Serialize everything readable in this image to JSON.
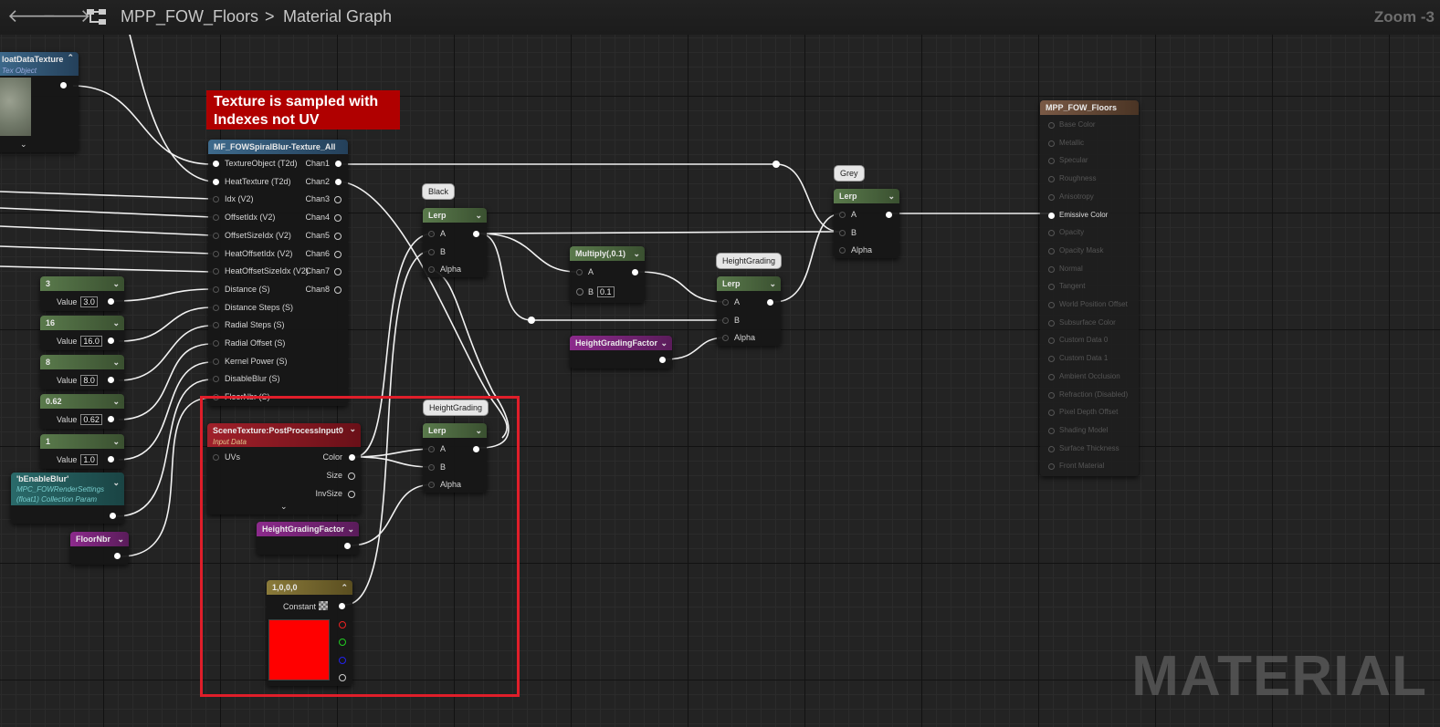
{
  "toolbar": {
    "back_glyph": "🡐",
    "forward_glyph": "🡒",
    "breadcrumb_root": "MPP_FOW_Floors",
    "breadcrumb_sep": ">",
    "breadcrumb_leaf": "Material Graph",
    "zoom": "Zoom -3"
  },
  "watermark": "MATERIAL",
  "comment_text": "Texture is sampled with Indexes not UV",
  "nodes": {
    "float_tex": {
      "title": "loatDataTexture",
      "subtitle": "Tex Object"
    },
    "spiral": {
      "title": "MF_FOWSpiralBlur-Texture_All",
      "inputs": [
        "TextureObject (T2d)",
        "HeatTexture (T2d)",
        "Idx (V2)",
        "OffsetIdx (V2)",
        "OffsetSizeIdx (V2)",
        "HeatOffsetIdx (V2)",
        "HeatOffsetSizeIdx (V2)",
        "Distance (S)",
        "Distance Steps (S)",
        "Radial Steps (S)",
        "Radial Offset (S)",
        "Kernel Power (S)",
        "DisableBlur (S)",
        "FloorNbr (S)"
      ],
      "outputs": [
        "Chan1",
        "Chan2",
        "Chan3",
        "Chan4",
        "Chan5",
        "Chan6",
        "Chan7",
        "Chan8"
      ]
    },
    "constants": [
      {
        "title": "3",
        "label": "Value",
        "value": "3.0"
      },
      {
        "title": "16",
        "label": "Value",
        "value": "16.0"
      },
      {
        "title": "8",
        "label": "Value",
        "value": "8.0"
      },
      {
        "title": "0.62",
        "label": "Value",
        "value": "0.62"
      },
      {
        "title": "1",
        "label": "Value",
        "value": "1.0"
      }
    ],
    "enable_blur": {
      "title": "'bEnableBlur'",
      "subtitle": "MPC_FOWRenderSettings (float1) Collection Param"
    },
    "floor_nbr": {
      "title": "FloorNbr"
    },
    "lerp_black": {
      "title": "Lerp",
      "bubble": "Black",
      "pins": [
        "A",
        "B",
        "Alpha"
      ]
    },
    "lerp_hg1": {
      "title": "Lerp",
      "bubble": "HeightGrading",
      "pins": [
        "A",
        "B",
        "Alpha"
      ]
    },
    "lerp_grey": {
      "title": "Lerp",
      "bubble": "Grey",
      "pins": [
        "A",
        "B",
        "Alpha"
      ]
    },
    "lerp_hg2": {
      "title": "Lerp",
      "bubble": "HeightGrading",
      "pins": [
        "A",
        "B",
        "Alpha"
      ]
    },
    "multiply": {
      "title": "Multiply(,0.1)",
      "pin_a": "A",
      "pin_b": "B",
      "b_value": "0.1"
    },
    "hgf_top": {
      "title": "HeightGradingFactor"
    },
    "hgf_bottom": {
      "title": "HeightGradingFactor"
    },
    "scene_tex": {
      "title": "SceneTexture:PostProcessInput0",
      "subtitle": "Input Data",
      "input": "UVs",
      "outputs": [
        "Color",
        "Size",
        "InvSize"
      ]
    },
    "const4": {
      "title": "1,0,0,0",
      "label": "Constant",
      "swatch_color": "#ff0000"
    },
    "result": {
      "title": "MPP_FOW_Floors",
      "active": "Emissive Color",
      "pins": [
        "Base Color",
        "Metallic",
        "Specular",
        "Roughness",
        "Anisotropy",
        "Emissive Color",
        "Opacity",
        "Opacity Mask",
        "Normal",
        "Tangent",
        "World Position Offset",
        "Subsurface Color",
        "Custom Data 0",
        "Custom Data 1",
        "Ambient Occlusion",
        "Refraction (Disabled)",
        "Pixel Depth Offset",
        "Shading Model",
        "Surface Thickness",
        "Front Material"
      ]
    }
  },
  "colors": {
    "comment_bg": "#b00000",
    "highlight_border": "#e01e2a",
    "wire": "#ffffff"
  }
}
